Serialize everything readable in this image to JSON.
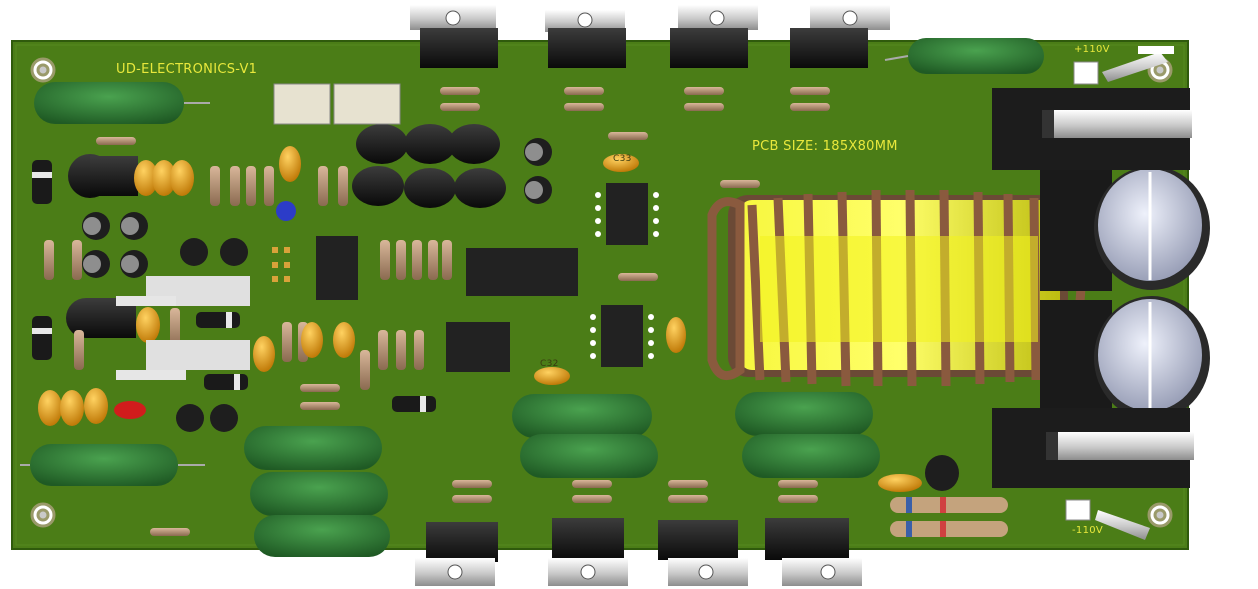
{
  "board": {
    "title": "UD-ELECTRONICS-V1",
    "size_text": "PCB SIZE: 185X80MM",
    "rail_positive": "+110V",
    "rail_negative": "-110V",
    "cap_label_top": "C33",
    "cap_label_bottom": "C32"
  },
  "colors": {
    "board_green": "#4b7d17",
    "board_edge": "#3c6a12",
    "silk_yellow": "#e8e83c",
    "resistor_green": "#2d7a33",
    "toroid_yellow": "#f2f21e",
    "toroid_wire": "#8a5a3e",
    "heatsink_metal": "#c8c8c8",
    "transistor_body": "#1a1a1a",
    "cap_blue_grey": "#d7dcee",
    "ceramic_orange": "#e0a22a"
  },
  "icons": {
    "mounting_hole": "mounting-hole-icon",
    "transistor": "to220-transistor-icon",
    "toroid": "toroid-inductor-icon"
  }
}
